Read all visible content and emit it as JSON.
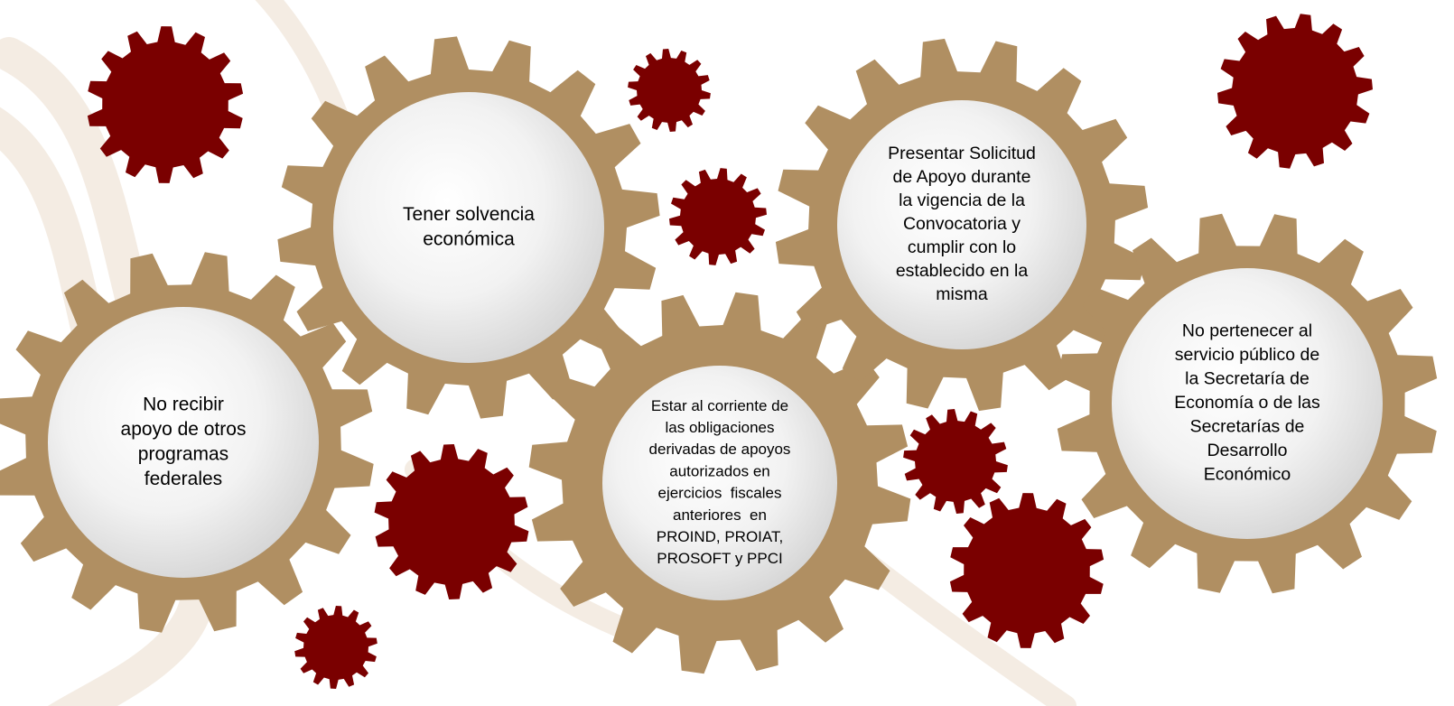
{
  "colors": {
    "background": "#ffffff",
    "watermark": "#f4ece3",
    "gear_tan": "#b08f62",
    "gear_maroon": "#7a0000",
    "hub_light": "#ffffff",
    "hub_shade": "#d6d6d6",
    "text": "#000000"
  },
  "requirements": [
    {
      "id": "no-other-support",
      "label": "No recibir apoyo de otros programas federales",
      "lines": [
        "No recibir",
        "apoyo de otros",
        "programas",
        "federales"
      ]
    },
    {
      "id": "economic-solvency",
      "label": "Tener solvencia económica",
      "lines": [
        "Tener solvencia",
        "económica"
      ]
    },
    {
      "id": "fiscal-obligations",
      "label": "Estar al corriente de las obligaciones derivadas de apoyos autorizados en ejercicios fiscales anteriores en PROIND, PROIAT, PROSOFT y PPCI",
      "lines": [
        "Estar al corriente de",
        "las obligaciones",
        "derivadas de apoyos",
        "autorizados en",
        "ejercicios  fiscales",
        "anteriores  en",
        "PROIND, PROIAT,",
        "PROSOFT y PPCI"
      ]
    },
    {
      "id": "present-application",
      "label": "Presentar Solicitud de Apoyo durante la vigencia de la Convocatoria y cumplir con lo establecido en la misma",
      "lines": [
        "Presentar Solicitud",
        "de Apoyo durante",
        "la vigencia de la",
        "Convocatoria y",
        "cumplir con lo",
        "establecido en la",
        "misma"
      ]
    },
    {
      "id": "not-public-servant",
      "label": "No pertenecer al servicio público de la Secretaría de Economía o de las Secretarías de Desarrollo Económico",
      "lines": [
        "No pertenecer al",
        "servicio público de",
        "la Secretaría de",
        "Economía o de las",
        "Secretarías de",
        "Desarrollo",
        "Económico"
      ]
    }
  ],
  "decorative_gears": [
    {
      "id": "maroon-top-left"
    },
    {
      "id": "maroon-top-mid-small"
    },
    {
      "id": "maroon-mid-small"
    },
    {
      "id": "maroon-bottom-left-large"
    },
    {
      "id": "maroon-bottom-left-small"
    },
    {
      "id": "maroon-bottom-mid-small"
    },
    {
      "id": "maroon-bottom-mid-large"
    },
    {
      "id": "maroon-top-right"
    }
  ]
}
